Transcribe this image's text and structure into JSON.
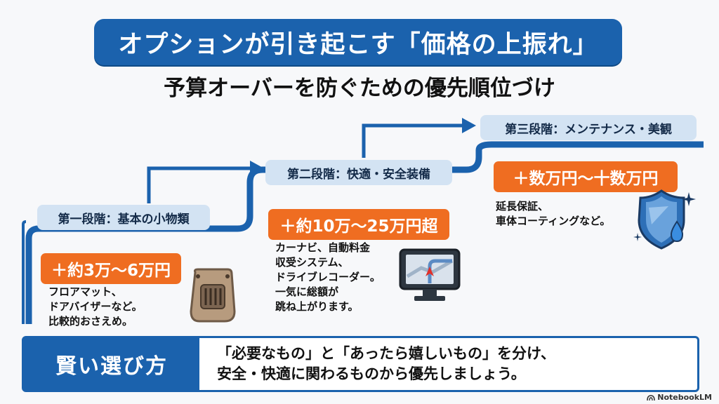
{
  "title": "オプションが引き起こす「価格の上振れ」",
  "subtitle": "予算オーバーを防ぐための優先順位づけ",
  "stages": [
    {
      "label": "第一段階：基本の小物類",
      "cost": "＋約3万～6万円",
      "description": [
        "フロアマット、",
        "ドアバイザーなど。",
        "比較的おさえめ。"
      ],
      "icon": "floor-mat-icon"
    },
    {
      "label": "第二段階：快適・安全装備",
      "cost": "＋約10万～25万円超",
      "description": [
        "カーナビ、自動料金",
        "収受システム、",
        "ドライブレコーダー。",
        "一気に総額が",
        "跳ね上がります。"
      ],
      "icon": "car-navigation-icon"
    },
    {
      "label": "第三段階：メンテナンス・美観",
      "cost": "＋数万円～十数万円",
      "description": [
        "延長保証、",
        "車体コーティングなど。"
      ],
      "icon": "shield-coating-icon"
    }
  ],
  "advice": {
    "heading": "賢い選び方",
    "message": [
      "「必要なもの」と「あったら嬉しいもの」を分け、",
      "安全・快適に関わるものから優先しましょう。"
    ]
  },
  "watermark": "NotebookLM",
  "colors": {
    "primary_blue": "#1b62ad",
    "label_bg": "#d3e3f3",
    "accent_orange": "#ef6d21"
  }
}
